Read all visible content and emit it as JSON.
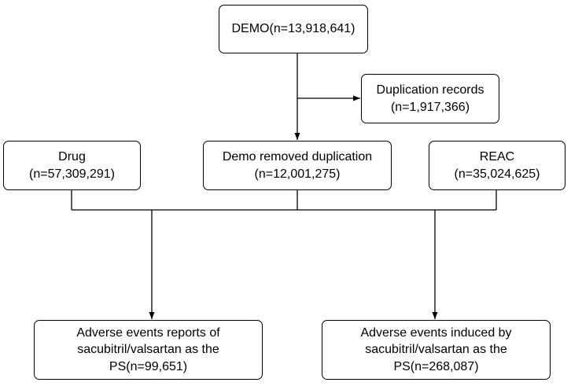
{
  "flowchart": {
    "demo_box": {
      "line1": "DEMO(n=13,918,641)"
    },
    "duplication_box": {
      "line1": "Duplication records",
      "line2": "(n=1,917,366)"
    },
    "drug_box": {
      "line1": "Drug",
      "line2": "(n=57,309,291)"
    },
    "demo_removed_box": {
      "line1": "Demo removed duplication",
      "line2": "(n=12,001,275)"
    },
    "reac_box": {
      "line1": "REAC",
      "line2": "(n=35,024,625)"
    },
    "ae_reports_box": {
      "line1": "Adverse events reports of",
      "line2": "sacubitril/valsartan as the",
      "line3": "PS(n=99,651)"
    },
    "ae_induced_box": {
      "line1": "Adverse events induced by",
      "line2": "sacubitril/valsartan as the",
      "line3": "PS(n=268,087)"
    }
  }
}
